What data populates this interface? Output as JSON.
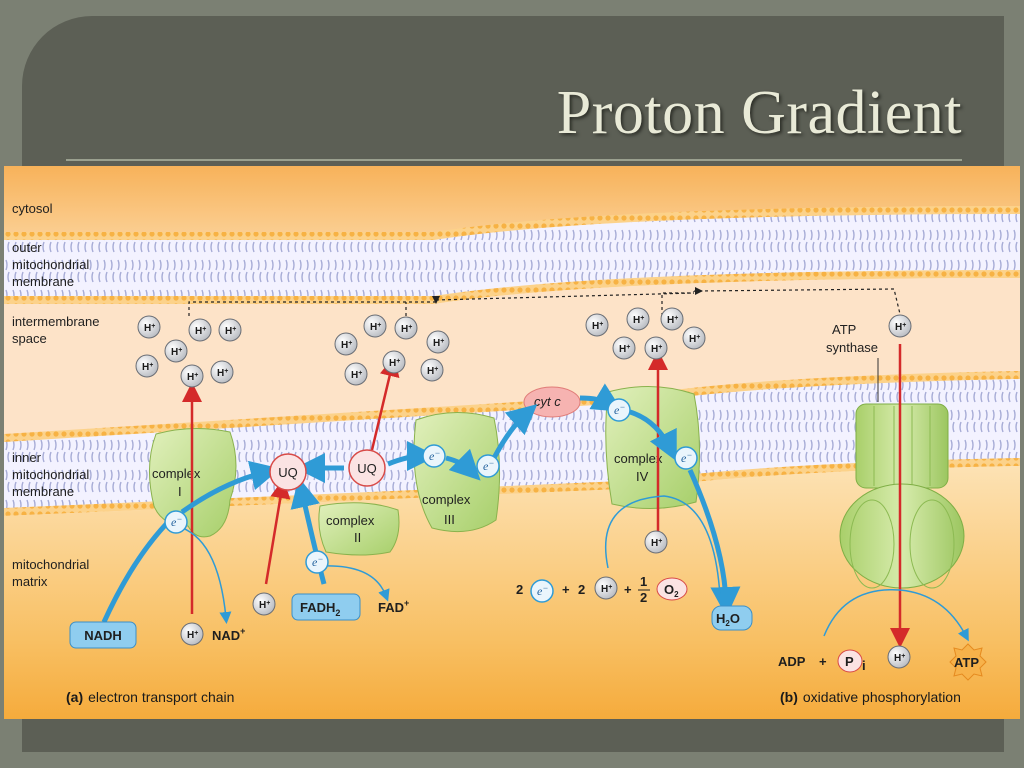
{
  "slide": {
    "title": "Proton Gradient"
  },
  "labels": {
    "cytosol": "cytosol",
    "outer_membrane": [
      "outer",
      "mitochondrial",
      "membrane"
    ],
    "intermembrane_space": [
      "intermembrane",
      "space"
    ],
    "inner_membrane": [
      "inner",
      "mitochondrial",
      "membrane"
    ],
    "matrix": [
      "mitochondrial",
      "matrix"
    ]
  },
  "complexes": {
    "complex_1": [
      "complex",
      "I"
    ],
    "complex_2": [
      "complex",
      "II"
    ],
    "complex_3": [
      "complex",
      "III"
    ],
    "complex_4": [
      "complex",
      "IV"
    ],
    "uq": "UQ",
    "cyt_c": "cyt c",
    "atp_synthase": [
      "ATP",
      "synthase"
    ]
  },
  "molecules": {
    "proton": "H",
    "proton_charge": "+",
    "electron": "e",
    "electron_charge": "−",
    "nadh": "NADH",
    "nad_plus": "NAD",
    "nad_charge": "+",
    "fadh2": "FADH",
    "fadh2_sub": "2",
    "fad": "FAD",
    "fad_charge": "+",
    "water": "H",
    "water_sub": "2",
    "water_tail": "O",
    "oxygen": "O",
    "oxygen_sub": "2",
    "adp": "ADP",
    "plus": "+",
    "pi": "P",
    "pi_sub": "i",
    "atp": "ATP"
  },
  "equation": {
    "coef_e": "2",
    "plus1": "+",
    "coef_h": "2",
    "plus2": "+",
    "frac_num": "1",
    "frac_den": "2"
  },
  "captions": {
    "a_label": "(a)",
    "a_text": "electron transport chain",
    "b_label": "(b)",
    "b_text": "oxidative phosphorylation"
  },
  "colors": {
    "electron_arrow": "#2f9bd6",
    "proton_arrow": "#d42a2a",
    "complex_fill": "#c9e39a",
    "membrane_band": "#f4f3ff",
    "membrane_edge": "#f5b23c"
  }
}
